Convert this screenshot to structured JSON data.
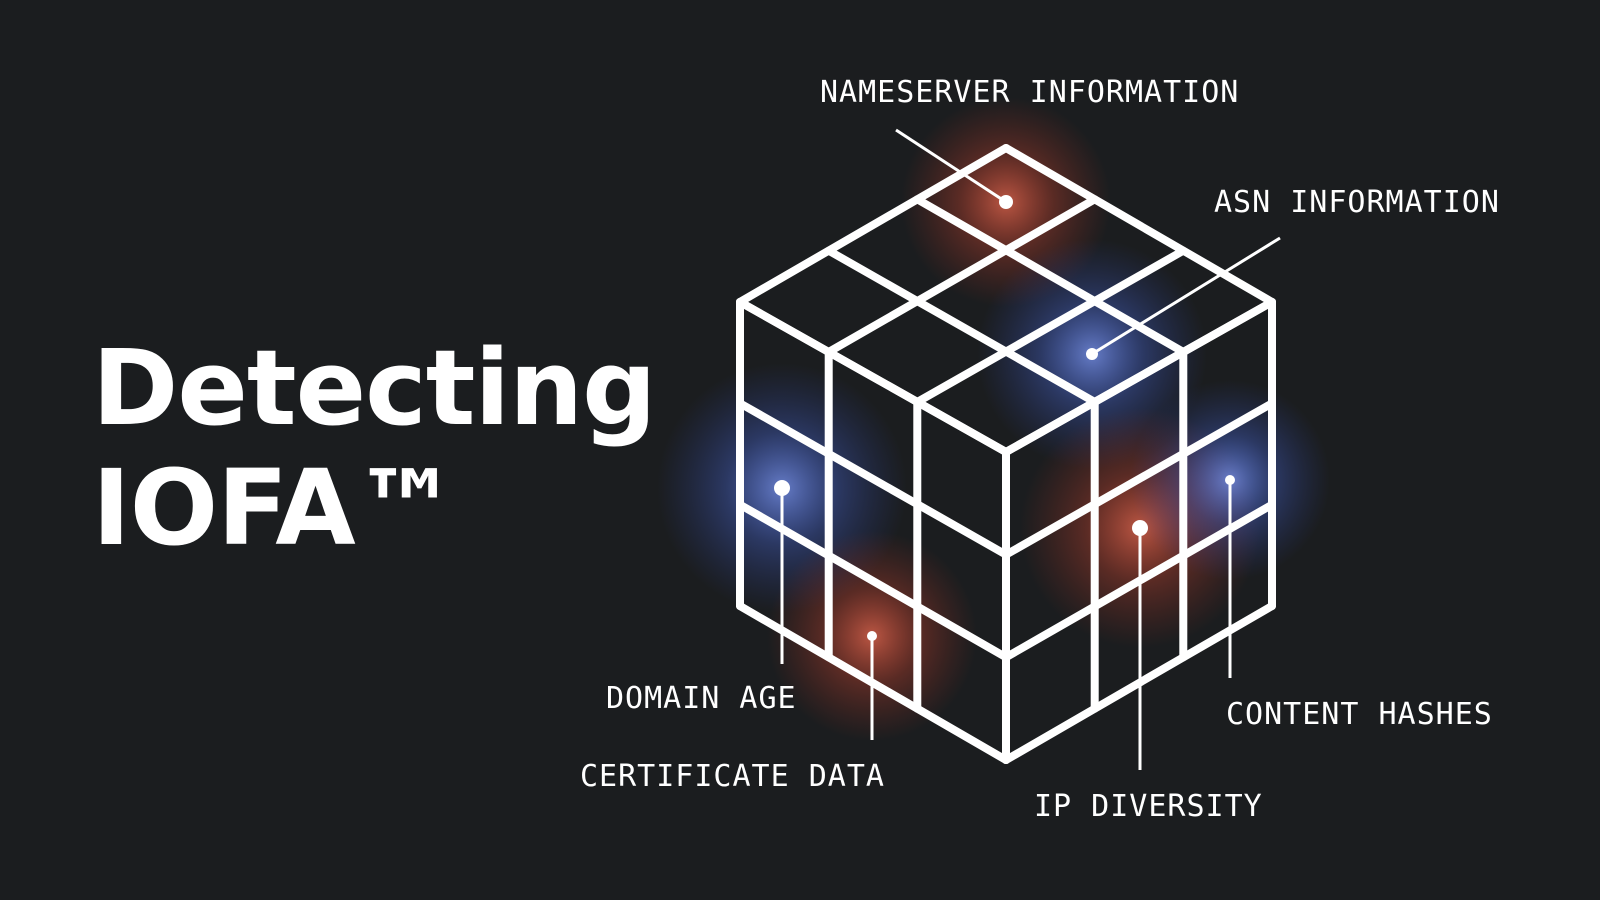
{
  "title": {
    "line1": "Detecting",
    "line2": "IOFA™"
  },
  "colors": {
    "background": "#1b1d1f",
    "lines": "#ffffff",
    "glow_red": "#e0553d",
    "glow_blue": "#4f73e8"
  },
  "labels": {
    "nameserver": "NAMESERVER INFORMATION",
    "asn": "ASN INFORMATION",
    "domain_age": "DOMAIN AGE",
    "certificate": "CERTIFICATE DATA",
    "ip_diversity": "IP DIVERSITY",
    "content_hashes": "CONTENT HASHES"
  }
}
